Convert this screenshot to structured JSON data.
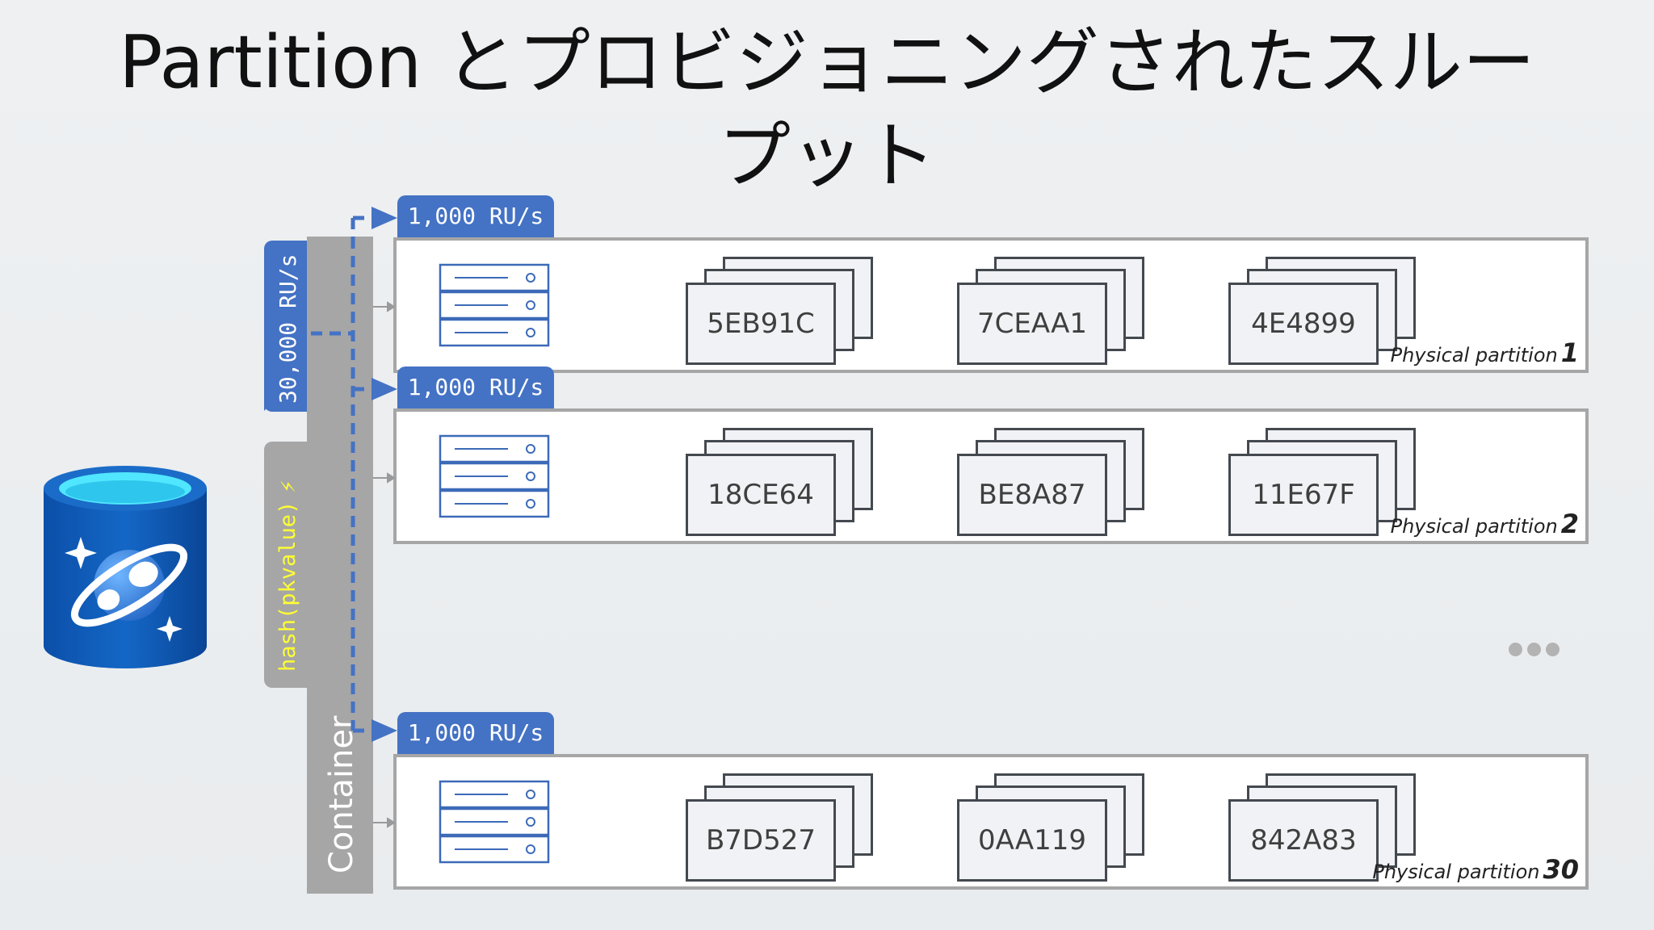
{
  "title": {
    "line1": "Partition とプロビジョニングされたスルー",
    "line2": "プット"
  },
  "container": {
    "throughput_label": "30,000 RU/s",
    "hash_label": "hash(pkvalue)",
    "label": "Container"
  },
  "partitions": [
    {
      "ru_label": "1,000 RU/s",
      "keys": [
        "5EB91C",
        "7CEAA1",
        "4E4899"
      ],
      "label_text": "Physical partition",
      "label_num": "1"
    },
    {
      "ru_label": "1,000 RU/s",
      "keys": [
        "18CE64",
        "BE8A87",
        "11E67F"
      ],
      "label_text": "Physical partition",
      "label_num": "2"
    },
    {
      "ru_label": "1,000 RU/s",
      "keys": [
        "B7D527",
        "0AA119",
        "842A83"
      ],
      "label_text": "Physical partition",
      "label_num": "30"
    }
  ],
  "colors": {
    "accent_blue": "#4472c4",
    "container_gray": "#a6a6a6",
    "hash_yellow": "#ffff33"
  }
}
